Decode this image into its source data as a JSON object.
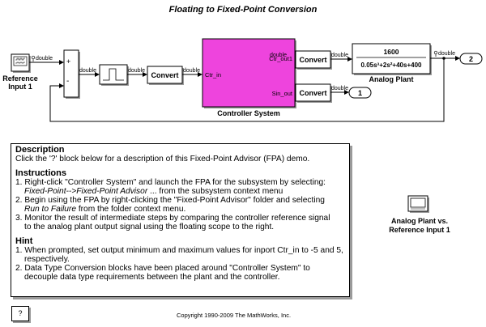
{
  "title": "Floating to Fixed-Point Conversion",
  "blocks": {
    "reference_input": "Reference\nInput 1",
    "convert": "Convert",
    "controller_system": "Controller System",
    "controller_in_port": "Ctr_in",
    "controller_out_port1": "Ctr_out1",
    "controller_out_port2": "Sin_out",
    "analog_plant": "Analog Plant",
    "plant_numerator": "1600",
    "plant_denominator": "0.05s³+2s²+40s+400",
    "outport_2": "2",
    "outport_1": "1",
    "sum_plus": "+",
    "sum_minus": "-"
  },
  "signals": {
    "type_label": "double"
  },
  "description": {
    "heading": "Description",
    "text": "Click the '?' block below for a description of this Fixed-Point Advisor (FPA) demo.",
    "instructions_heading": "Instructions",
    "instr1_a": "1. Right-click \"Controller System\" and launch the FPA for the subsystem by selecting:",
    "instr1_b": "Fixed-Point-->Fixed-Point Advisor",
    "instr1_c": " ... from the subsystem context menu",
    "instr2_a": "2. Begin using the FPA by right-clicking the \"Fixed-Point Advisor\" folder and selecting",
    "instr2_b": "Run to Failure",
    "instr2_c": " from the folder context menu.",
    "instr3_a": "3. Monitor the result of intermediate steps by comparing the controller reference signal",
    "instr3_b": "to the analog plant output signal using the floating scope to the right.",
    "hint_heading": "Hint",
    "hint1_a": "1. When prompted, set output minimum and maximum values for inport Ctr_in to -5 and 5,",
    "hint1_b": "respectively.",
    "hint2_a": "2. Data Type Conversion blocks have been placed around \"Controller System\" to",
    "hint2_b": "decouple data type requirements between the plant and the controller."
  },
  "scope_label": "Analog Plant vs.\nReference Input 1",
  "help_button": "?",
  "copyright": "Copyright 1990-2009 The MathWorks, Inc.",
  "colors": {
    "controller_fill": "#ee44dd",
    "shadow": "#9a9a9a"
  }
}
